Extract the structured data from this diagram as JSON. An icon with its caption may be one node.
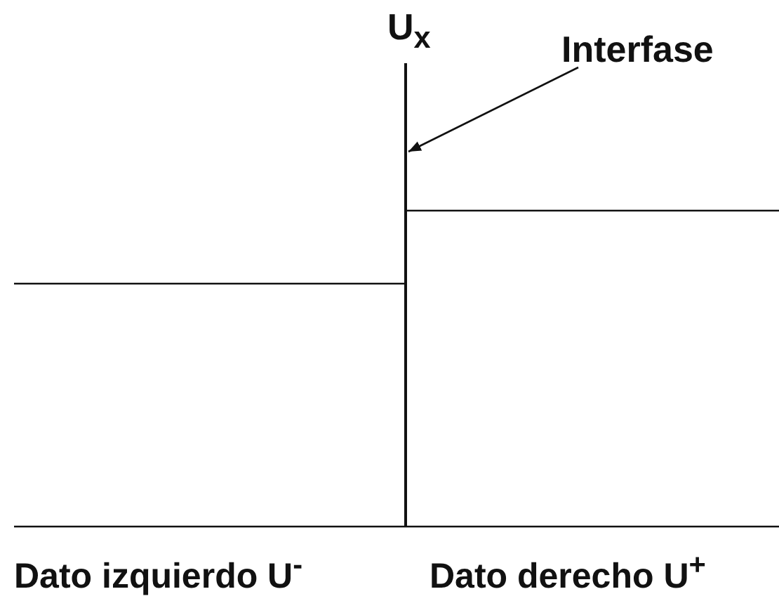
{
  "diagram": {
    "nodes": [
      {
        "text": [
          "Interfase"
        ]
      },
      {
        "text": [],
        "shape": "bar"
      }
    ],
    "edges": [
      {
        "from": 0,
        "to": 1,
        "arrow": "to"
      }
    ],
    "labels": [
      "U$_{x}$",
      "Dato izquierdo U$^{-}$",
      "Dato derecho U$^{+}$"
    ]
  }
}
